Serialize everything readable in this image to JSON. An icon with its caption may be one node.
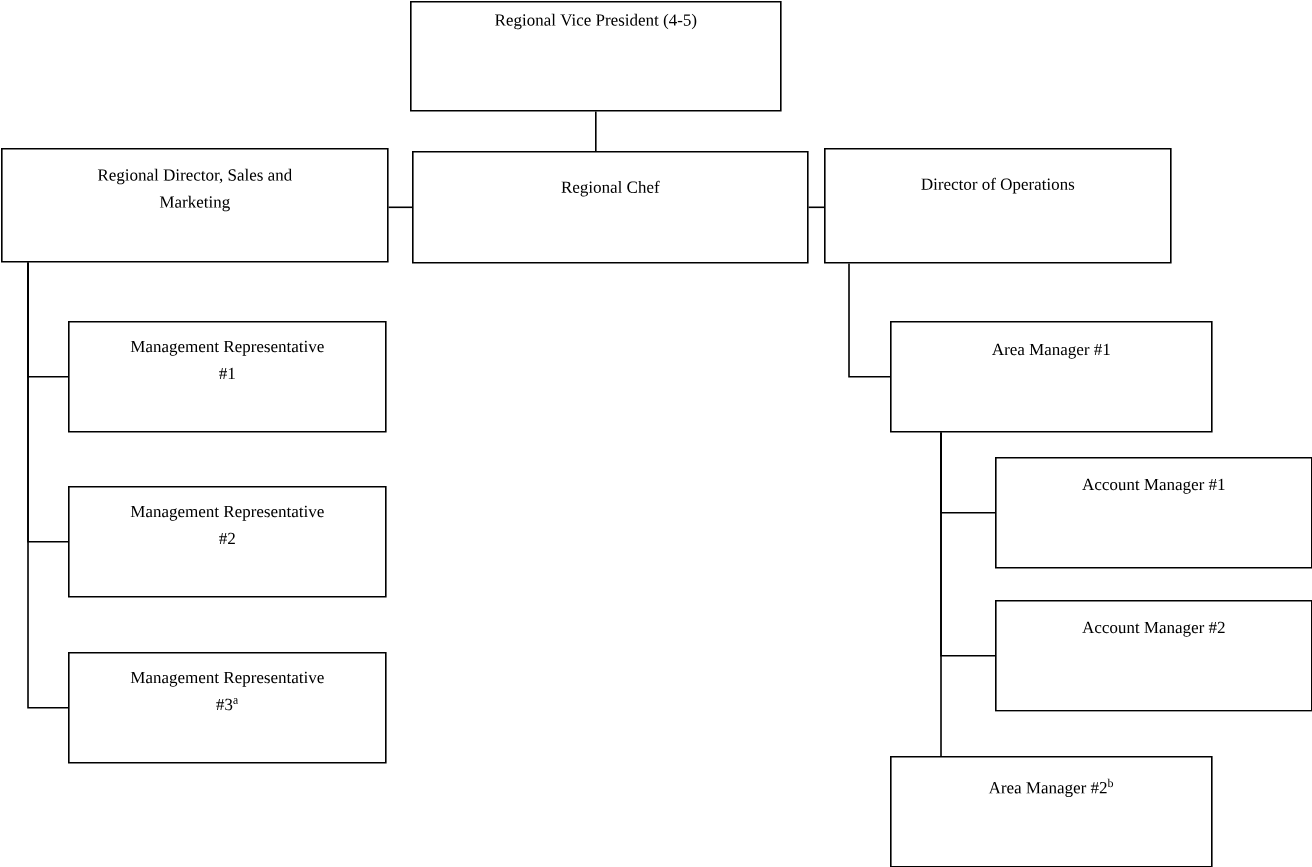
{
  "diagram": {
    "nodes": [
      {
        "text": [
          "Regional Vice President (4-5)"
        ]
      },
      {
        "text": [
          "Regional Director, Sales and Marketing"
        ]
      },
      {
        "text": [
          "Regional Chef"
        ]
      },
      {
        "text": [
          "Director of Operations"
        ]
      },
      {
        "text": [
          "Management Representative #1"
        ]
      },
      {
        "text": [
          "Management Representative #2"
        ]
      },
      {
        "text": [
          "Management Representative #3$^{a}$"
        ]
      },
      {
        "text": [
          "Area Manager #1"
        ]
      },
      {
        "text": [
          "Account Manager #1"
        ]
      },
      {
        "text": [
          "Account Manager #2"
        ]
      },
      {
        "text": [
          "Area Manager #2$^{b}$"
        ]
      }
    ],
    "edges": [
      {
        "from": 0,
        "to": 2,
        "arrow": "none"
      },
      {
        "from": 2,
        "to": 1,
        "arrow": "none"
      },
      {
        "from": 2,
        "to": 3,
        "arrow": "none"
      },
      {
        "from": 1,
        "to": 4,
        "arrow": "none"
      },
      {
        "from": 1,
        "to": 5,
        "arrow": "none"
      },
      {
        "from": 1,
        "to": 6,
        "arrow": "none"
      },
      {
        "from": 3,
        "to": 7,
        "arrow": "none"
      },
      {
        "from": 7,
        "to": 8,
        "arrow": "none"
      },
      {
        "from": 7,
        "to": 9,
        "arrow": "none"
      },
      {
        "from": 7,
        "to": 10,
        "arrow": "none"
      }
    ]
  }
}
